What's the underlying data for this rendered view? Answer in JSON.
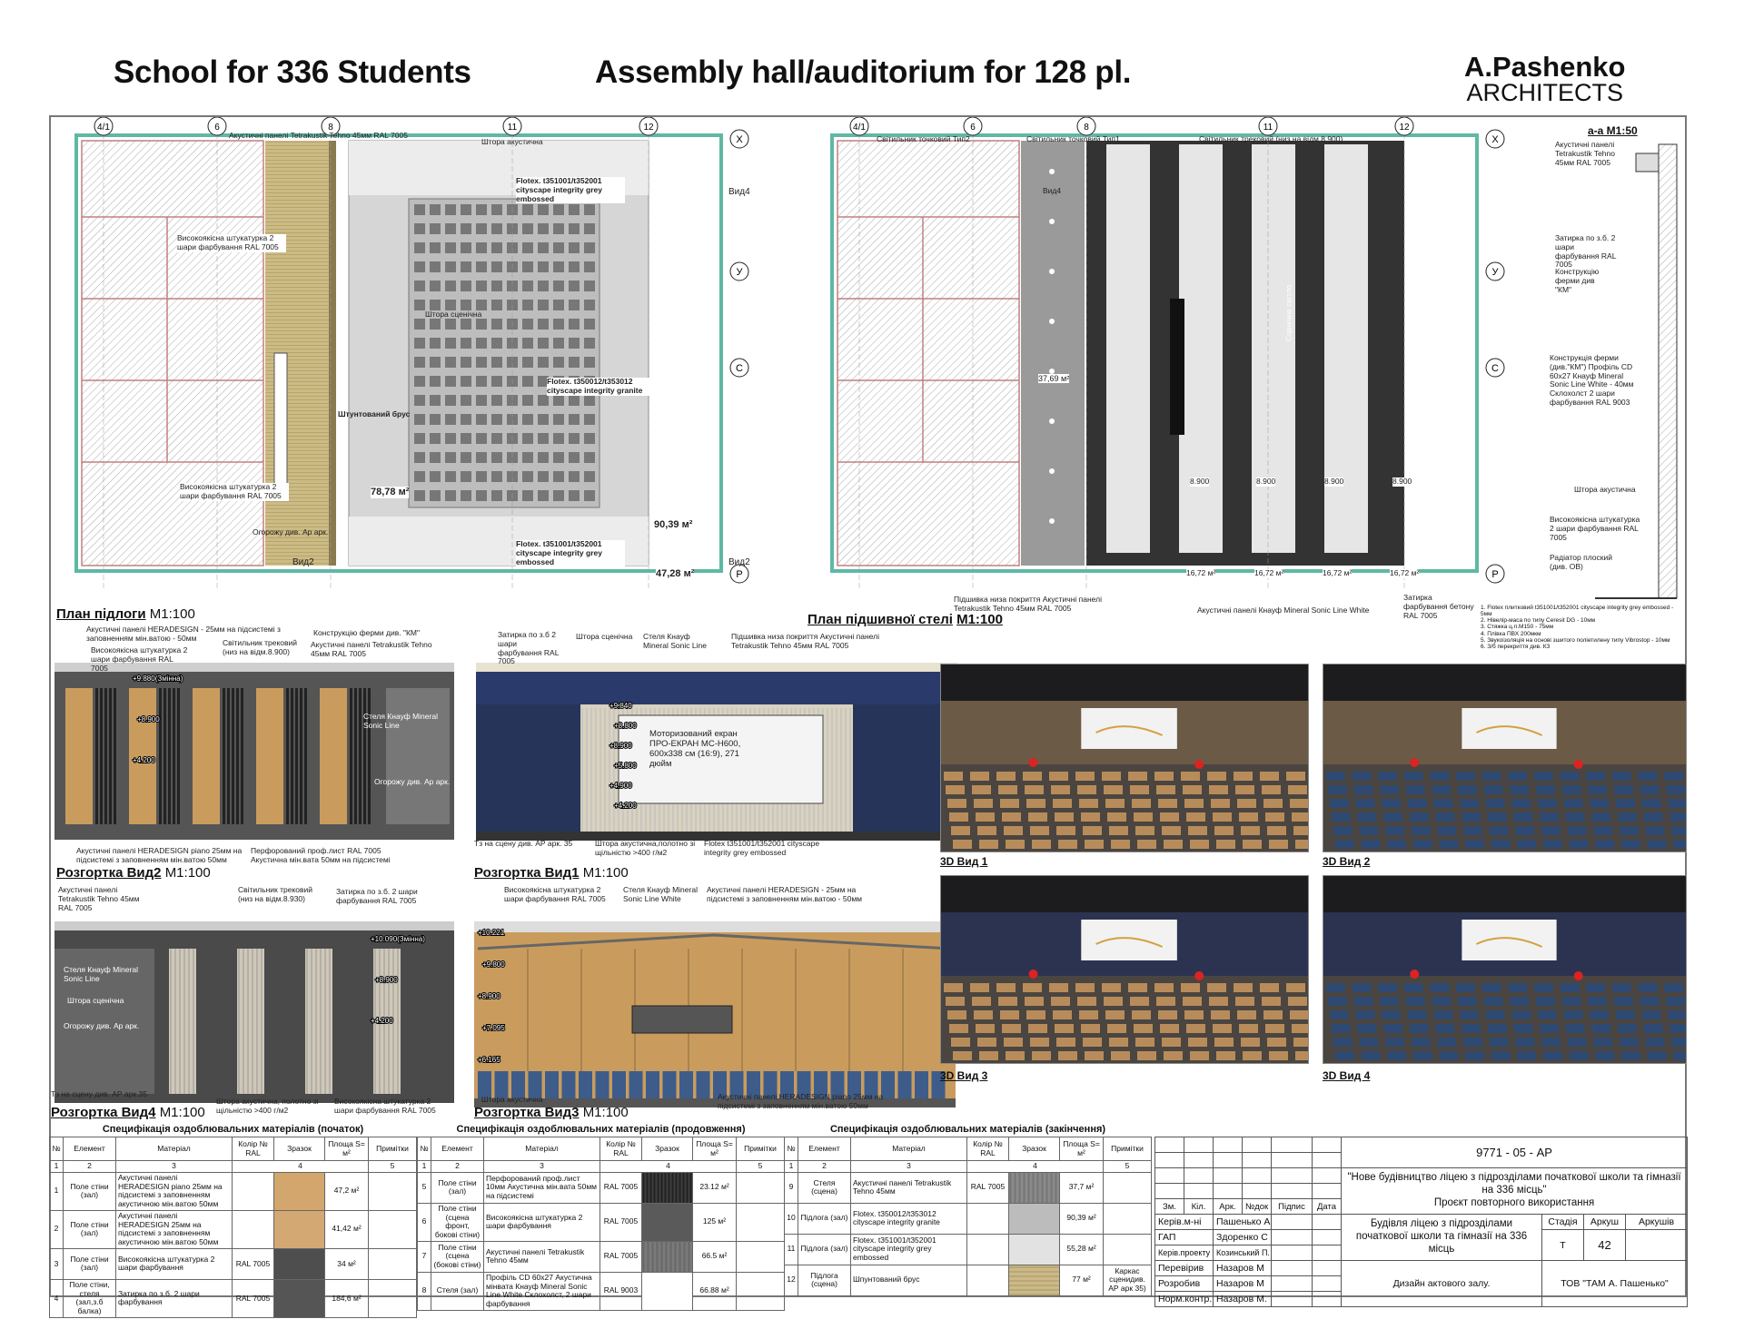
{
  "header": {
    "title_left": "School for 336 Students",
    "title_center": "Assembly hall/auditorium for 128 pl.",
    "logo_line1": "A.Pashenko",
    "logo_line2": "ARCHITECTS"
  },
  "plans": {
    "floor": {
      "title": "План підлоги",
      "scale": "M1:100",
      "axes": [
        "4/1",
        "6",
        "8",
        "11",
        "12"
      ],
      "rows": [
        "Х",
        "У",
        "С",
        "Р"
      ],
      "areas": [
        "78,78 м²",
        "90,39 м²",
        "47,28 м²"
      ],
      "notes": [
        "Акустичні панелі Tetrakustik Tehno 45мм RAL 7005",
        "Штора акустична",
        "Flotex. t351001/t352001 cityscape integrity grey embossed",
        "Flotex. t350012/t353012 cityscape integrity granite",
        "Штунтований брус",
        "Штора сценічна",
        "Високоякісна штукатурка 2 шари фарбування RAL 7005",
        "Огорожу див. Ар арк.",
        "Вид4",
        "Вид2"
      ]
    },
    "ceiling": {
      "title": "План підшивної стелі",
      "scale": "M1:100",
      "axes": [
        "4/1",
        "6",
        "8",
        "11",
        "12"
      ],
      "rows": [
        "Х",
        "У",
        "С",
        "Р"
      ],
      "areas": [
        "37,69 м²",
        "16,72 м²",
        "16,72 м²",
        "16,72 м²",
        "16,72 м²"
      ],
      "notes": [
        "Світильник точковий Тип2",
        "Світильник точковий Тип1",
        "Світильник трековий (низ на відм.8.900)",
        "Акустичні панелі Кнауф Mineral Sonic Line White",
        "Сценічне світло",
        "Затирка фарбування бетону RAL 7005",
        "Підшивка низа покриття Акустичні панелі Tetrakustik Tehno 45мм RAL 7005"
      ],
      "dims": [
        "8.900",
        "8.900",
        "8.900",
        "8.900"
      ]
    },
    "section": {
      "title": "а-а М1:50",
      "notes": [
        "Акустичні панелі Tetrakustik Tehno 45мм RAL 7005",
        "Затирка по з.б. 2 шари фарбування RAL 7005",
        "Конструкцію ферми див \"КМ\"",
        "Конструкція ферми (див.\"КМ\") Профіль CD 60x27 Кнауф Mineral Sonic Line White - 40мм Склохолст 2 шари фарбування RAL 9003",
        "Штора акустична",
        "Високоякісна штукатурка 2 шари фарбування RAL 7005",
        "Радіатор плоский (див. ОВ)"
      ],
      "layers": [
        "1. Flotex плитковий t351001/t352001 cityscape integrity grey embossed - 5мм",
        "2. Нівелір-маса по типу Ceresit DG - 10мм",
        "3. Стяжка ц.п.М150 - 75мм",
        "4. Плівка ПВХ 200мкм",
        "5. Звукоізоляція на основі зшитого поліетилену типу Vibrostop - 10мм",
        "6. З/б перекриття див. КЗ"
      ]
    }
  },
  "elevations": [
    {
      "title": "Розгортка Вид2",
      "scale": "M1:100",
      "notes": [
        "Акустичні панелі HERADESIGN - 25мм на підсистемі з заповненням мін.ватою - 50мм",
        "Високоякісна штукатурка 2 шари фарбування RAL 7005",
        "Світильник трековий (низ на відм.8.900)",
        "Конструкцію ферми див. \"КМ\"",
        "Акустичні панелі Tetrakustik Tehno 45мм RAL 7005",
        "Стеля Кнауф Mineral Sonic Line",
        "Огорожу див. Ар арк.",
        "Акустичні панелі HERADESIGN piano 25мм на підсистемі з заповненням мін.ватою 50мм",
        "Перфорований проф.лист RAL 7005 Акустична мін.вата 50мм на підсистемі"
      ],
      "levels": [
        "+9.880(Змінна)",
        "+8.900",
        "+4.200"
      ]
    },
    {
      "title": "Розгортка Вид1",
      "scale": "M1:100",
      "notes": [
        "Затирка по з.б 2 шари фарбування RAL 7005",
        "Штора сценічна",
        "Стеля Кнауф Mineral Sonic Line",
        "Підшивка низа покриття Акустичні панелі Tetrakustik Tehno 45мм RAL 7005",
        "Моторизований екран ПРО-ЕКРАН МС-Н600, 600x338 см (16:9), 271 дюйм",
        "Тз на сцену див. АР арк. 35",
        "Штора акустична,полотно зі щільністю >400 г/м2",
        "Flotex t351001/t352001 cityscape integrity grey embossed"
      ],
      "levels": [
        "+9.840",
        "+8.800",
        "+8.900",
        "+5.800",
        "+4.900",
        "+4.200"
      ]
    },
    {
      "title": "Розгортка Вид4",
      "scale": "M1:100",
      "notes": [
        "Акустичні панелі Tetrakustik Tehno 45мм RAL 7005",
        "Світильник трековий (низ на відм.8.930)",
        "Затирка по з.б. 2 шари фарбування RAL 7005",
        "Стеля Кнауф Mineral Sonic Line",
        "Штора сценічна",
        "Огорожу див. Ар арк.",
        "Тз на сцену див. АР арк.35",
        "Штора акустична, полотно зі щільністю >400 г/м2",
        "Високоякісна штукатурка 2 шари фарбування RAL 7005"
      ],
      "levels": [
        "+10.090(Змінна)",
        "+8.900",
        "+4.200"
      ]
    },
    {
      "title": "Розгортка Вид3",
      "scale": "M1:100",
      "notes": [
        "Високоякісна штукатурка 2 шари фарбування RAL 7005",
        "Стеля Кнауф Mineral Sonic Line White",
        "Акустичні панелі HERADESIGN - 25мм на підсистемі з заповненням мін.ватою - 50мм",
        "Штора акустична",
        "Акустичні панелі HERADESIGN piano 25мм на підсистемі з заповненням мін.ватою 50мм"
      ],
      "levels": [
        "+10.221",
        "+9.800",
        "+8.900",
        "+7.095",
        "+6.165"
      ]
    }
  ],
  "views3d": [
    "3D Вид 1",
    "3D Вид 2",
    "3D Вид 3",
    "3D Вид 4"
  ],
  "spec": {
    "titles": [
      "Специфікація оздоблювальних матеріалів (початок)",
      "Специфікація оздоблювальних матеріалів (продовження)",
      "Специфікація оздоблювальних матеріалів (закінчення)"
    ],
    "headers": [
      "№",
      "Елемент",
      "Матеріал",
      "Колір № RAL",
      "Зразок",
      "Площа S= м²",
      "Примітки"
    ],
    "colnums": [
      "1",
      "2",
      "3",
      "4",
      "5"
    ],
    "rows": [
      {
        "n": "1",
        "el": "Поле стіни (зал)",
        "mat": "Акустичні панелі HERADESIGN piano 25мм на підсистемі з заповненням акустичною мін.ватою 50мм",
        "ral": "",
        "area": "47,2 м²",
        "note": "",
        "swatch": "#d2a66c"
      },
      {
        "n": "2",
        "el": "Поле стіни (зал)",
        "mat": "Акустичні панелі HERADESIGN 25мм на підсистемі з заповненням акустичною мін.ватою 50мм",
        "ral": "",
        "area": "41,42 м²",
        "note": "",
        "swatch": "#d4a872"
      },
      {
        "n": "3",
        "el": "Поле стіни (зал)",
        "mat": "Високоякісна штукатурка 2 шари фарбування",
        "ral": "RAL 7005",
        "area": "34 м²",
        "note": "",
        "swatch": "#4e4e4e"
      },
      {
        "n": "4",
        "el": "Поле стіни, стеля (зал,з.б балка)",
        "mat": "Затирка по з.б. 2 шари фарбування",
        "ral": "RAL 7005",
        "area": "184,6 м²",
        "note": "",
        "swatch": "#555555"
      },
      {
        "n": "5",
        "el": "Поле стіни (зал)",
        "mat": "Перфорований проф.лист 10мм Акустична мін.вата 50мм на підсистемі",
        "ral": "RAL 7005",
        "area": "23.12 м²",
        "note": "",
        "swatch": "#3e3e3e"
      },
      {
        "n": "6",
        "el": "Поле стіни (сцена фронт, бокові стіни)",
        "mat": "Високоякісна штукатурка 2 шари фарбування",
        "ral": "RAL 7005",
        "area": "125 м²",
        "note": "",
        "swatch": "#5a5a5a"
      },
      {
        "n": "7",
        "el": "Поле стіни (сцена (бокові стіни)",
        "mat": "Акустичні панелі Tetrakustik Tehno 45мм",
        "ral": "RAL 7005",
        "area": "66.5 м²",
        "note": "",
        "swatch": "#7a7a7a"
      },
      {
        "n": "8",
        "el": "Стеля (зал)",
        "mat": "Профіль CD 60x27 Акустична мінвата Кнауф Mineral Sonic Line White Склохолст, 2 шари фарбування",
        "ral": "RAL 9003",
        "area": "66.88 м²",
        "note": "",
        "swatch": "#ffffff"
      },
      {
        "n": "9",
        "el": "Стеля (сцена)",
        "mat": "Акустичні панелі Tetrakustik Tehno 45мм",
        "ral": "RAL 7005",
        "area": "37,7 м²",
        "note": "",
        "swatch": "#8a8a8a"
      },
      {
        "n": "10",
        "el": "Підлога (зал)",
        "mat": "Flotex. t350012/t353012 cityscape integrity granite",
        "ral": "",
        "area": "90,39 м²",
        "note": "",
        "swatch": "#bcbcbc"
      },
      {
        "n": "11",
        "el": "Підлога (зал)",
        "mat": "Flotex. t351001/t352001 cityscape integrity grey embossed",
        "ral": "",
        "area": "55,28 м²",
        "note": "",
        "swatch": "#e2e2e2"
      },
      {
        "n": "12",
        "el": "Підлога (сцена)",
        "mat": "Шпунтований брус",
        "ral": "",
        "area": "77 м²",
        "note": "Каркас сценидив. АР арк 35)",
        "swatch": "#cbb98a"
      }
    ]
  },
  "titleblock": {
    "code": "9771 - 05 - АР",
    "project": "\"Нове будівництво ліцею з підрозділами початкової школи та гімназії на 336 місць\"",
    "project_sub": "Проєкт повторного використання",
    "cols": [
      "Зм.",
      "Кіл.",
      "Арк.",
      "№док",
      "Підпис",
      "Дата"
    ],
    "people": [
      [
        "Керів.м-ні",
        "Пашенько А"
      ],
      [
        "ГАП",
        "Здоренко С"
      ],
      [
        "Керів.проекту",
        "Козинський П."
      ],
      [
        "Перевірив",
        "Назаров М"
      ],
      [
        "Розробив",
        "Назаров М"
      ],
      [
        "Норм.контр.",
        "Назаров М."
      ]
    ],
    "building": "Будівля ліцею з підрозділами початкової школи та гімназії на 336 місць",
    "stage_label": "Стадія",
    "sheet_label": "Аркуш",
    "sheets_label": "Аркушів",
    "stage": "Т",
    "sheet": "42",
    "sheets": "",
    "sheet_title": "Дизайн актового залу.",
    "company": "ТОВ \"ТАМ А. Пашенько\""
  },
  "colors": {
    "wall_teal": "#5fb8a4",
    "stage_wood": "#c9b57e",
    "wall_dark": "#4b4b4b",
    "panel_tan": "#c99c5e",
    "curtain_blue": "#27345a"
  }
}
